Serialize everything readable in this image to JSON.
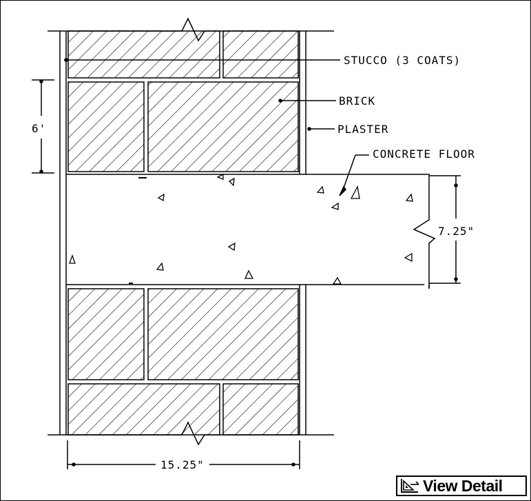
{
  "labels": {
    "stucco": "STUCCO (3 COATS)",
    "brick": "BRICK",
    "plaster": "PLASTER",
    "concrete_floor": "CONCRETE FLOOR"
  },
  "dimensions": {
    "brick_course_height": "6'",
    "slab_thickness": "7.25\"",
    "wall_thickness": "15.25\""
  },
  "button": {
    "view_detail_label": "View Detail",
    "icon": "drafting-triangle-icon"
  }
}
